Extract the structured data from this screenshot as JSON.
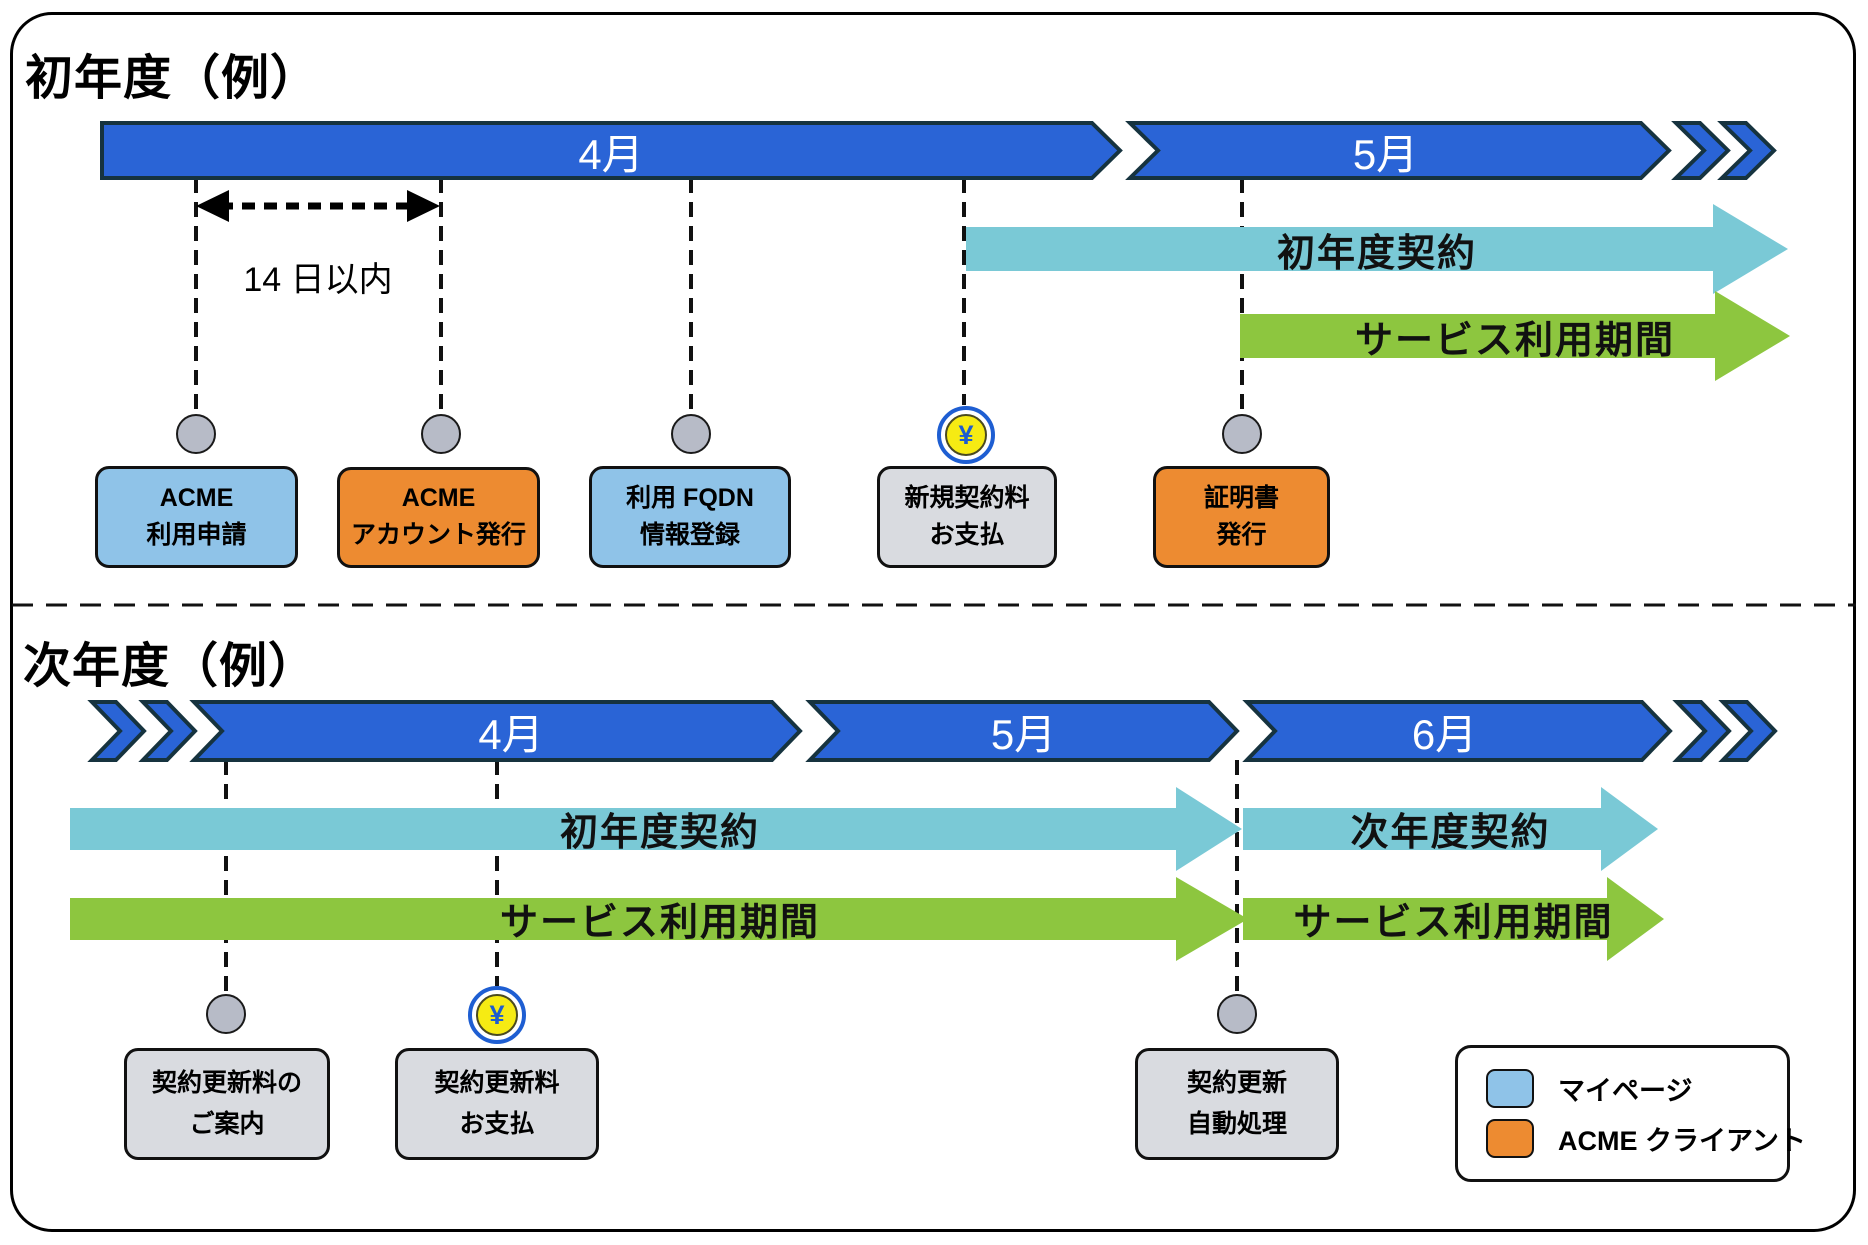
{
  "sections": {
    "first_year": {
      "title": "初年度（例）",
      "months": [
        "4月",
        "5月"
      ],
      "duration_note": "14 日以内",
      "arrows": {
        "contract": "初年度契約",
        "service": "サービス利用期間"
      },
      "steps": [
        {
          "line1": "ACME",
          "line2": "利用申請",
          "color": "#8fc3e8"
        },
        {
          "line1": "ACME",
          "line2": "アカウント発行",
          "color": "#ed8b31"
        },
        {
          "line1": "利用 FQDN",
          "line2": "情報登録",
          "color": "#8fc3e8"
        },
        {
          "line1": "新規契約料",
          "line2": "お支払",
          "color": "#d9dbe0",
          "icon": "yen-coin"
        },
        {
          "line1": "証明書",
          "line2": "発行",
          "color": "#ed8b31"
        }
      ]
    },
    "next_year": {
      "title": "次年度（例）",
      "months": [
        "4月",
        "5月",
        "6月"
      ],
      "arrows": {
        "first_contract": "初年度契約",
        "next_contract": "次年度契約",
        "service_left": "サービス利用期間",
        "service_right": "サービス利用期間"
      },
      "steps": [
        {
          "line1": "契約更新料の",
          "line2": "ご案内",
          "color": "#d9dbe0"
        },
        {
          "line1": "契約更新料",
          "line2": "お支払",
          "color": "#d9dbe0",
          "icon": "yen-coin"
        },
        {
          "line1": "契約更新",
          "line2": "自動処理",
          "color": "#d9dbe0"
        }
      ]
    }
  },
  "legend": {
    "items": [
      {
        "label": "マイページ",
        "color": "#8fc3e8"
      },
      {
        "label": "ACME クライアント",
        "color": "#ed8b31"
      }
    ]
  },
  "icons": {
    "yen": "¥"
  },
  "colors": {
    "timeline_blue": "#2a64d6",
    "timeline_outline": "#16333f",
    "contract_teal": "#7ac9d6",
    "service_green": "#8dc63f",
    "mypage_blue": "#8fc3e8",
    "acme_orange": "#ed8b31",
    "neutral_gray": "#d9dbe0",
    "marker_gray": "#b7bbc7",
    "coin_yellow": "#f6eb13",
    "coin_ring_blue": "#1e5ed2"
  }
}
